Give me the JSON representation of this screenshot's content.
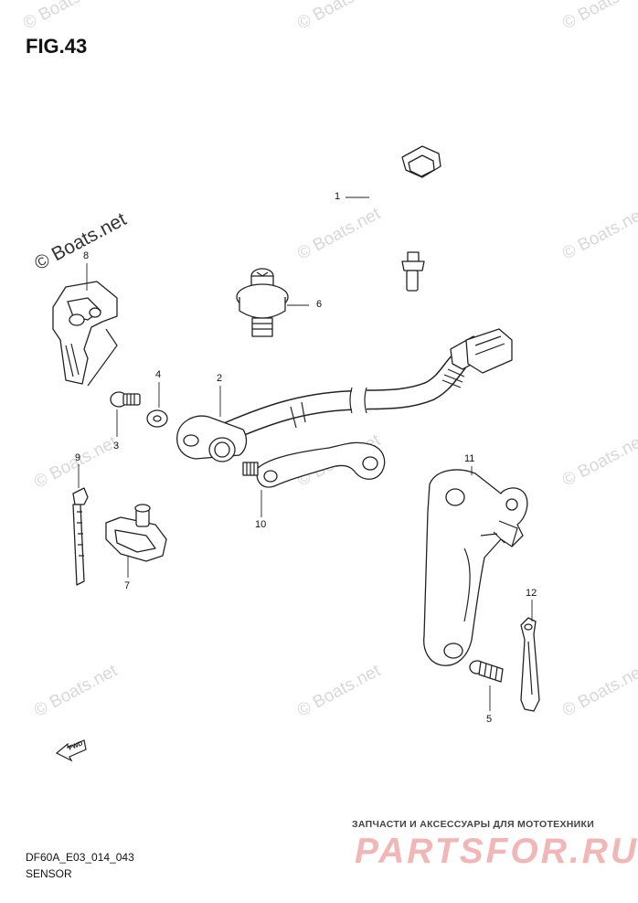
{
  "figure": {
    "title": "FIG.43",
    "code": "DF60A_E03_014_043",
    "caption": "SENSOR"
  },
  "watermarks": {
    "main": "© Boats.net",
    "faint": "© Boats.net"
  },
  "branding": {
    "subtitle": "ЗАПЧАСТИ И АКСЕССУАРЫ ДЛЯ МОТОТЕХНИКИ",
    "logo": "PARTSFOR.RU"
  },
  "fwd_label": "FWD",
  "callouts": {
    "c1": "1",
    "c2": "2",
    "c3": "3",
    "c4": "4",
    "c5": "5",
    "c6": "6",
    "c7": "7",
    "c8": "8",
    "c9": "9",
    "c10": "10",
    "c11": "11",
    "c12": "12"
  },
  "colors": {
    "line": "#222222",
    "watermark": "#d8d8d8",
    "logo": "#f2b6b6"
  }
}
